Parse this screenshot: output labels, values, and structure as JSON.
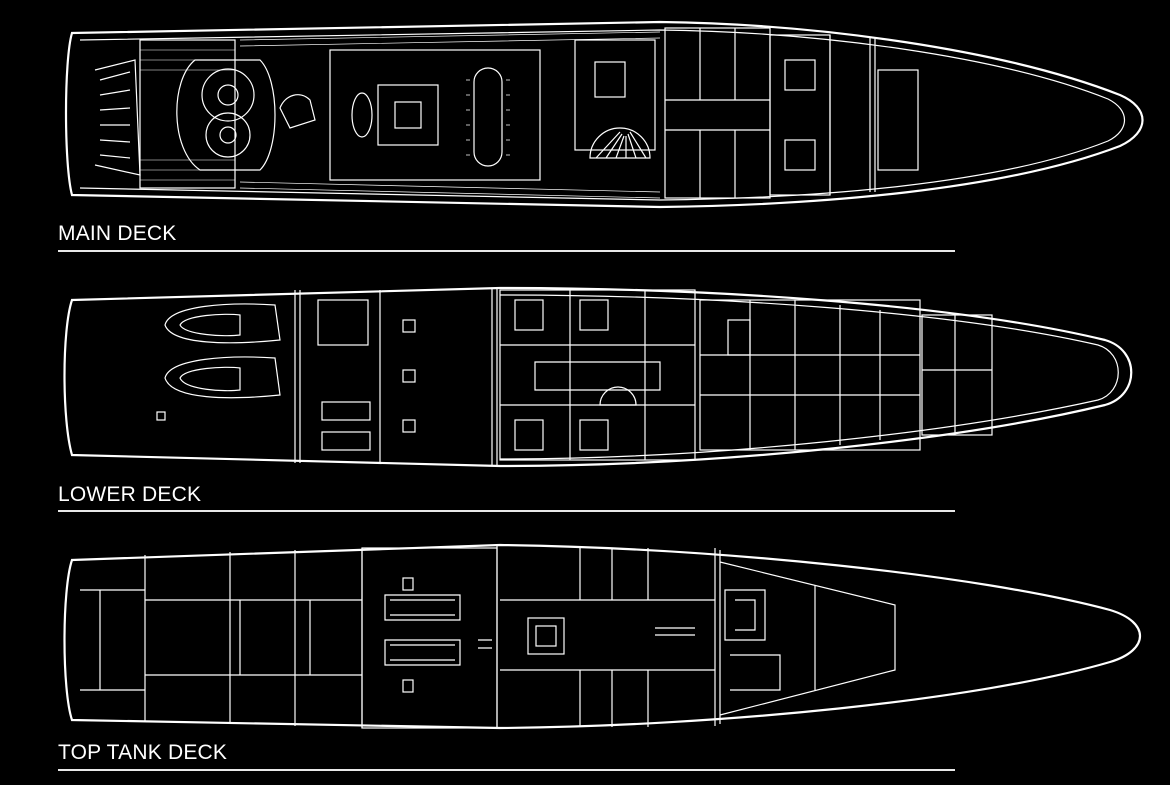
{
  "decks": [
    {
      "label": "MAIN DECK"
    },
    {
      "label": "LOWER DECK"
    },
    {
      "label": "TOP TANK DECK"
    }
  ],
  "colors": {
    "background": "#000000",
    "line": "#ffffff"
  }
}
